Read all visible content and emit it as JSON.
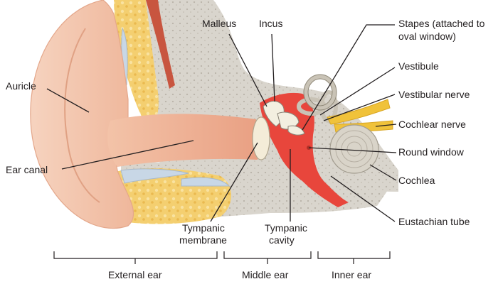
{
  "labels": {
    "auricle": "Auricle",
    "ear_canal": "Ear canal",
    "malleus": "Malleus",
    "incus": "Incus",
    "stapes_line1": "Stapes (attached to",
    "stapes_line2": "oval window)",
    "vestibule": "Vestibule",
    "vestibular_nerve": "Vestibular nerve",
    "cochlear_nerve": "Cochlear nerve",
    "round_window": "Round window",
    "cochlea": "Cochlea",
    "eustachian_tube": "Eustachian tube",
    "tympanic_membrane_line1": "Tympanic",
    "tympanic_membrane_line2": "membrane",
    "tympanic_cavity_line1": "Tympanic",
    "tympanic_cavity_line2": "cavity"
  },
  "regions": {
    "external_ear": "External ear",
    "middle_ear": "Middle ear",
    "inner_ear": "Inner ear"
  },
  "colors": {
    "skin": "#f4c7ad",
    "skin_dark": "#e8a98c",
    "bone": "#d8d4cc",
    "marrow": "#f2cc6a",
    "cartilage": "#c4d4e4",
    "muscle": "#c8553f",
    "cavity_red": "#e8463c",
    "nerve": "#f0c23a",
    "ossicle": "#f3efe0",
    "line": "#231f20"
  }
}
